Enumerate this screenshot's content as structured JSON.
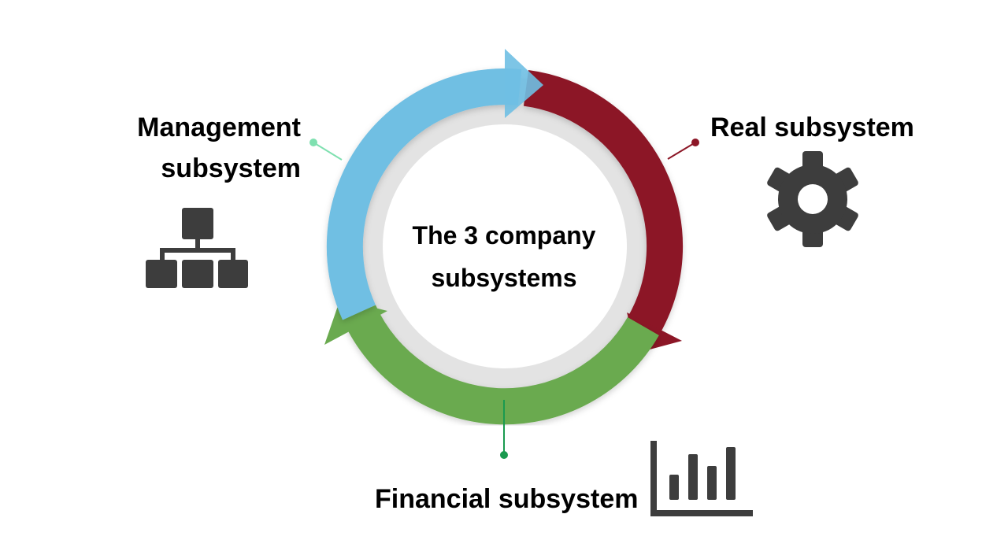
{
  "center": {
    "line1": "The 3 company",
    "line2": "subsystems"
  },
  "labels": {
    "management": {
      "line1": "Management",
      "line2": "subsystem"
    },
    "real": "Real subsystem",
    "financial": "Financial subsystem"
  },
  "icons": {
    "management": "org-chart-icon",
    "real": "gear-icon",
    "financial": "bar-chart-icon"
  },
  "colors": {
    "management": "#6fbfe3",
    "real": "#8c1626",
    "financial": "#6aaa4f",
    "ring": "#e3e3e3",
    "icon": "#3d3d3d"
  }
}
